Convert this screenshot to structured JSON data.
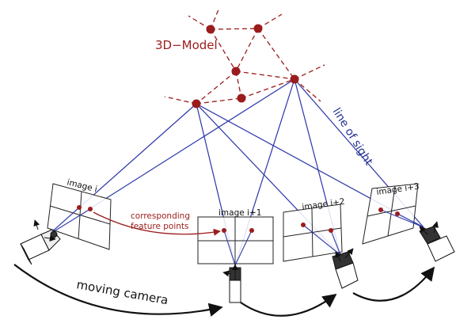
{
  "labels": {
    "model": "3D−Model",
    "line_of_sight": "line of sight",
    "corresponding_line1": "corresponding",
    "corresponding_line2": "feature points",
    "moving_camera": "moving camera",
    "image_0": "image i",
    "image_1": "image i+1",
    "image_2": "image i+2",
    "image_3": "image i+3"
  },
  "colors": {
    "model": "#9b1c1c",
    "sight_line": "#2a35a8",
    "line_of_sight_label": "#23308f",
    "arrow": "#111111",
    "image_plane": "#222222"
  }
}
